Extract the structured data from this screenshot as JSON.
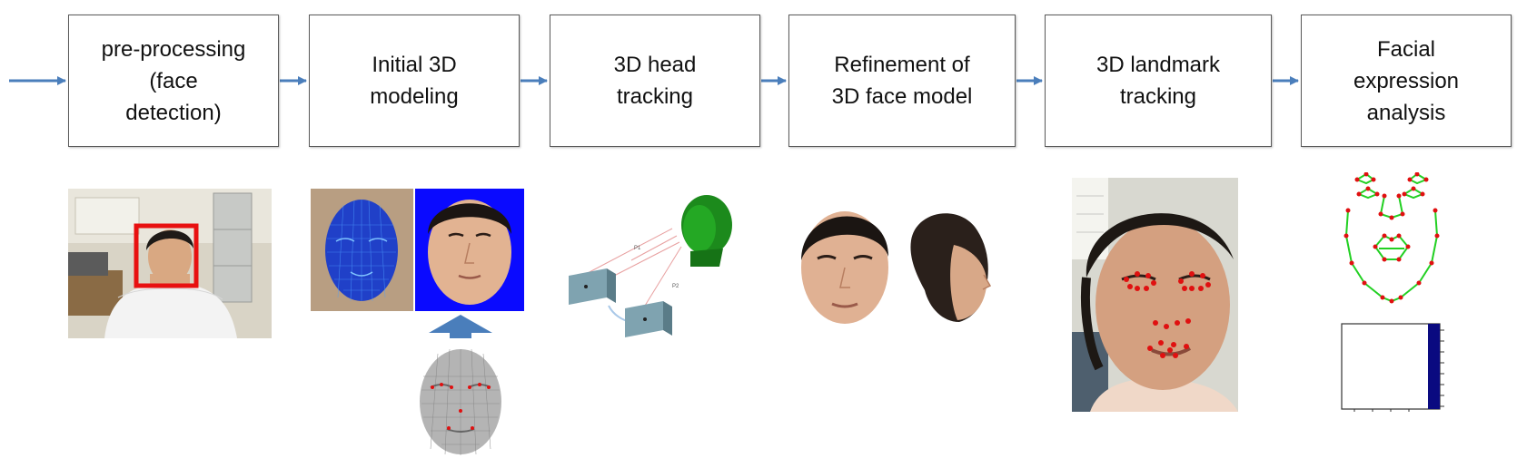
{
  "pipeline": {
    "steps": [
      {
        "label": "pre-processing\n(face\ndetection)"
      },
      {
        "label": "Initial 3D\nmodeling"
      },
      {
        "label": "3D head\ntracking"
      },
      {
        "label": "Refinement of\n3D face model"
      },
      {
        "label": "3D landmark\ntracking"
      },
      {
        "label": "Facial\nexpression\nanalysis"
      }
    ]
  },
  "colors": {
    "arrow": "#4a7ebb",
    "box_border": "#5a5a5a",
    "detection_box": "#e81010",
    "landmark_point": "#e01010",
    "landmark_line": "#22d022",
    "texture_background": "#0a0aff",
    "head_model": "#1c8a1c",
    "bar": "#0a0a80"
  },
  "illustrations": {
    "tracking_labels": [
      "P1",
      "P2"
    ]
  }
}
